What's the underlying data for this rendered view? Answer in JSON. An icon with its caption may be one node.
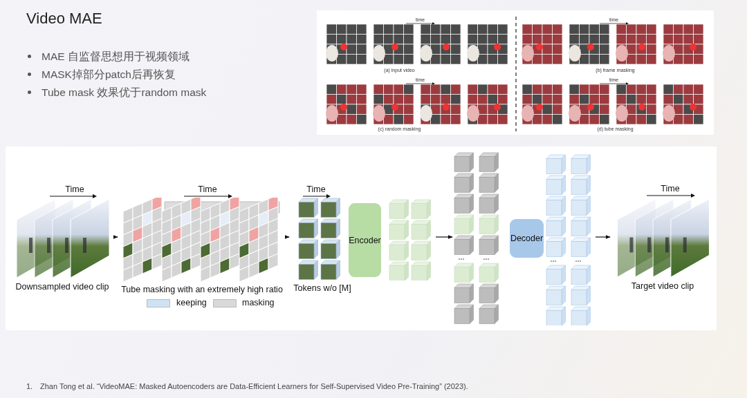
{
  "diagram": {
    "title": "Video MAE",
    "nodes": [
      {
        "text": [
          "Downsampled video clip"
        ]
      },
      {
        "text": [
          "Tube masking with an extremely high ratio"
        ]
      },
      {
        "text": [
          "Tokens w/o [M]"
        ]
      },
      {
        "text": [
          "Encoder"
        ]
      },
      {
        "text": [],
        "shape": "picture"
      },
      {
        "text": [],
        "shape": "picture"
      },
      {
        "text": [
          "Decoder"
        ]
      },
      {
        "text": [],
        "shape": "picture"
      },
      {
        "text": [
          "Target video clip"
        ]
      }
    ],
    "edges": [
      {
        "from": 0,
        "to": 1,
        "arrow": "to"
      },
      {
        "from": 1,
        "to": 2,
        "arrow": "to"
      },
      {
        "from": 4,
        "to": 5,
        "arrow": "to"
      },
      {
        "from": 7,
        "to": 8,
        "arrow": "to"
      }
    ],
    "labels": [
      "MAE 自监督思想用于视频领域",
      "MASK掉部分patch后再恢复",
      "Tube mask 效果优于random mask",
      "time",
      "(a) input video",
      "time",
      "(b) frame masking",
      "time",
      "(c) random masking",
      "time",
      "(d) tube masking",
      "Time",
      "Time",
      "Time",
      "Time",
      "1.",
      "Zhan Tong et al. “VideoMAE: Masked Autoencoders are Data-Efficient Learners for Self-Supervised Video Pre-Training” (2023)."
    ],
    "legend": [
      {
        "text": "keeping",
        "color": "#cfe2f3"
      },
      {
        "text": "masking",
        "color": "#d9d9d9"
      }
    ]
  }
}
